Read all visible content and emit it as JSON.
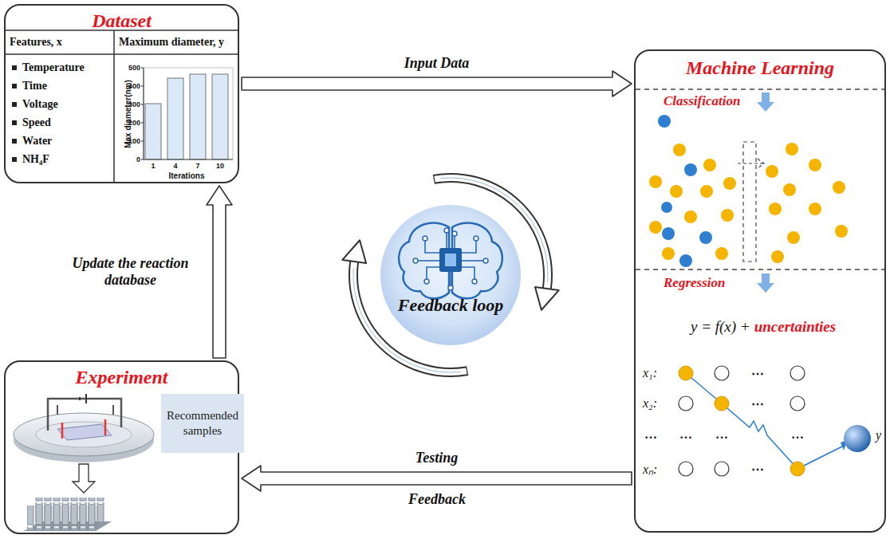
{
  "diagram": {
    "nodes": [
      {
        "text": [
          "Dataset"
        ]
      },
      {
        "text": [
          "Machine Learning"
        ]
      },
      {
        "text": [
          "Experiment"
        ]
      },
      {
        "text": [
          "Recommended samples"
        ],
        "in": 2
      },
      {
        "text": [
          "Feedback loop"
        ]
      }
    ],
    "edges": [
      {
        "from": 0,
        "to": 1,
        "arrow": "to",
        "label": "Input Data"
      },
      {
        "from": 1,
        "to": 2,
        "arrow": "to",
        "label": "Testing"
      },
      {
        "from": 2,
        "to": 0,
        "arrow": "to",
        "label": "Update the reaction database"
      }
    ],
    "labels": [
      "Features, x",
      "Maximum diameter, y",
      "Temperature",
      "Time",
      "Voltage",
      "Speed",
      "Water",
      "NH₄F",
      "Max diameter(nm)",
      "0",
      "100",
      "200",
      "300",
      "400",
      "500",
      "1",
      "4",
      "7",
      "10",
      "Iterations",
      "Classification",
      "Regression",
      "y = f(x) +",
      "uncertainties",
      "x₁:",
      "x₂:",
      "…",
      "…",
      "…",
      "…",
      "xₙ:",
      "⋯",
      "⋯",
      "⋯",
      "y",
      "Feedback"
    ]
  }
}
